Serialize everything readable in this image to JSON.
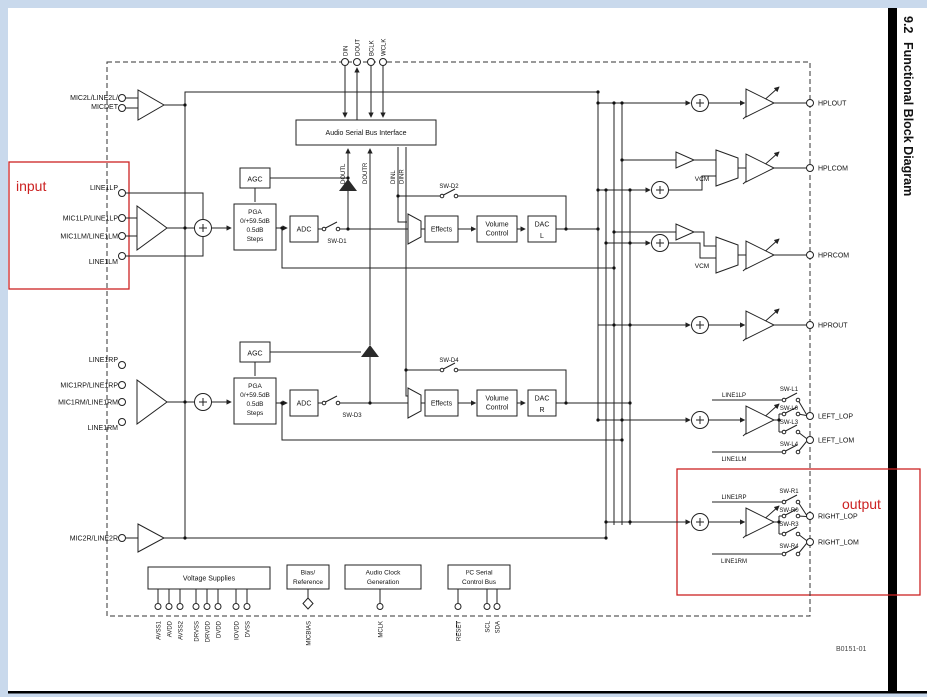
{
  "page": {
    "section_number": "9.2",
    "section_title": "Functional Block Diagram",
    "figure_code": "B0151-01",
    "annotation_input": "input",
    "annotation_output": "output",
    "accent_red": "#cc2222"
  },
  "top_pins": {
    "din": "DIN",
    "dout": "DOUT",
    "bclk": "BCLK",
    "wclk": "WCLK"
  },
  "serial_signals": {
    "doutl": "DOUTL",
    "doutr": "DOUTR",
    "dinl": "DINL",
    "dinr": "DINR"
  },
  "blocks": {
    "serial_bus": "Audio Serial Bus Interface",
    "agc": "AGC",
    "pga_l1": "PGA",
    "pga_l2": "0/+59.5dB",
    "pga_l3": "0.5dB",
    "pga_l4": "Steps",
    "adc": "ADC",
    "effects": "Effects",
    "volume_l1": "Volume",
    "volume_l2": "Control",
    "dac": "DAC",
    "dac_l": "L",
    "dac_r": "R",
    "vcm": "VCM",
    "voltage_supplies": "Voltage Supplies",
    "bias_l1": "Bias/",
    "bias_l2": "Reference",
    "clock_l1": "Audio Clock",
    "clock_l2": "Generation",
    "i2c_l1": "I²C Serial",
    "i2c_l2": "Control Bus"
  },
  "left_pins": {
    "mic2l_l1": "MIC2L/LINE2L/",
    "mic2l_l2": "MICDET",
    "line1lp": "LINE1LP",
    "mic1lp": "MIC1LP/LINE1LP",
    "mic1lm": "MIC1LM/LINE1LM",
    "line1lm": "LINE1LM",
    "line1rp": "LINE1RP",
    "mic1rp": "MIC1RP/LINE1RP",
    "mic1rm": "MIC1RM/LINE1RM",
    "line1rm": "LINE1RM",
    "mic2r": "MIC2R/LINE2R"
  },
  "right_pins": {
    "hplout": "HPLOUT",
    "hplcom": "HPLCOM",
    "hprcom": "HPRCOM",
    "hprout": "HPROUT",
    "left_lop": "LEFT_LOP",
    "left_lom": "LEFT_LOM",
    "right_lop": "RIGHT_LOP",
    "right_lom": "RIGHT_LOM"
  },
  "lineout_labels": {
    "line1lp": "LINE1LP",
    "line1lm": "LINE1LM",
    "line1rp": "LINE1RP",
    "line1rm": "LINE1RM"
  },
  "switches": {
    "sw_d1": "SW-D1",
    "sw_d2": "SW-D2",
    "sw_d3": "SW-D3",
    "sw_d4": "SW-D4",
    "sw_l0": "SW-L0",
    "sw_l1": "SW-L1",
    "sw_l3": "SW-L3",
    "sw_l4": "SW-L4",
    "sw_r0": "SW-R0",
    "sw_r1": "SW-R1",
    "sw_r3": "SW-R3",
    "sw_r4": "SW-R4"
  },
  "bottom_pins": {
    "supplies": [
      "AVSS1",
      "AVDD",
      "AVSS2",
      "DRVSS",
      "DRVDD",
      "DVDD",
      "IOVDD",
      "DVSS"
    ],
    "micbias": "MICBIAS",
    "mclk": "MCLK",
    "reset": "RESET",
    "scl": "SCL",
    "sda": "SDA"
  }
}
